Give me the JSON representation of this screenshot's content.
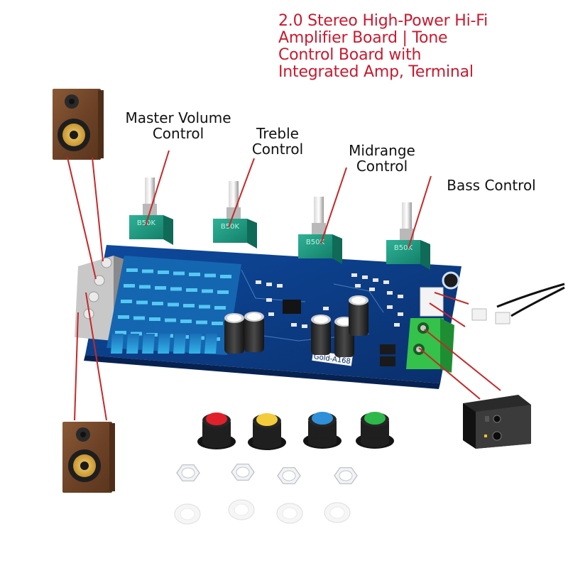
{
  "product_title": {
    "lines": [
      "2.0 Stereo High-Power Hi-Fi",
      "Amplifier Board | Tone",
      "Control Board with",
      "Integrated Amp, Terminal"
    ],
    "color": "#c8192e"
  },
  "callouts": {
    "master_volume": [
      "Master Volume",
      "Control"
    ],
    "treble": [
      "Treble",
      "Control"
    ],
    "midrange": [
      "Midrange",
      "Control"
    ],
    "bass": [
      "Bass Control"
    ]
  },
  "board": {
    "silkscreen_model": "Gold-A168",
    "potentiometers": [
      {
        "name": "master-volume",
        "marking": "B50K"
      },
      {
        "name": "treble",
        "marking": "B50K"
      },
      {
        "name": "midrange",
        "marking": "B50K"
      },
      {
        "name": "bass",
        "marking": "B50K"
      }
    ],
    "pcb_color": "#0d3f8a",
    "heatsink_color": "#1f8fd6",
    "terminal_color": "#33c24a"
  },
  "accessories": {
    "knobs": [
      {
        "cap_color": "#e0202a"
      },
      {
        "cap_color": "#f2cc3a"
      },
      {
        "cap_color": "#2f8fd8"
      },
      {
        "cap_color": "#2eb84a"
      }
    ],
    "nuts_count": 4,
    "washers_count": 4
  },
  "connection_line_color": "#c62828"
}
